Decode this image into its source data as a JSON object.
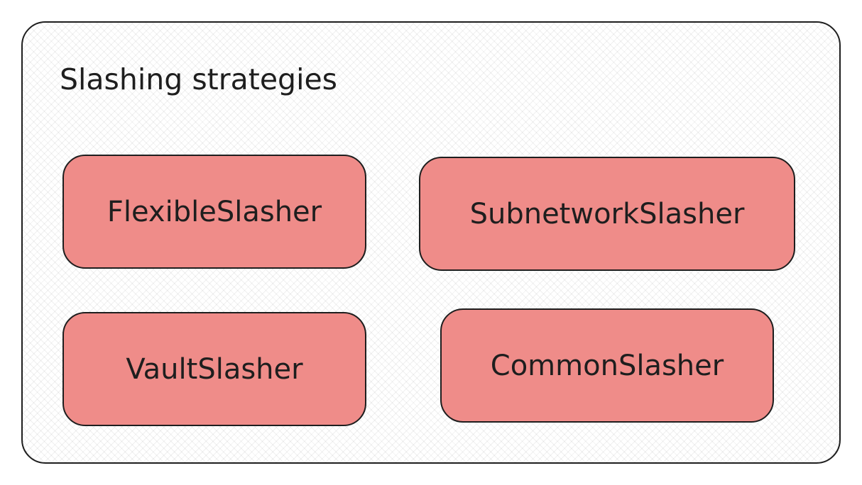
{
  "frame": {
    "title": "Slashing strategies"
  },
  "strategies": [
    {
      "label": "FlexibleSlasher"
    },
    {
      "label": "SubnetworkSlasher"
    },
    {
      "label": "VaultSlasher"
    },
    {
      "label": "CommonSlasher"
    }
  ],
  "colors": {
    "box_fill": "#ef8c89",
    "stroke": "#1e1e1e",
    "frame_fill": "#ffffff"
  }
}
